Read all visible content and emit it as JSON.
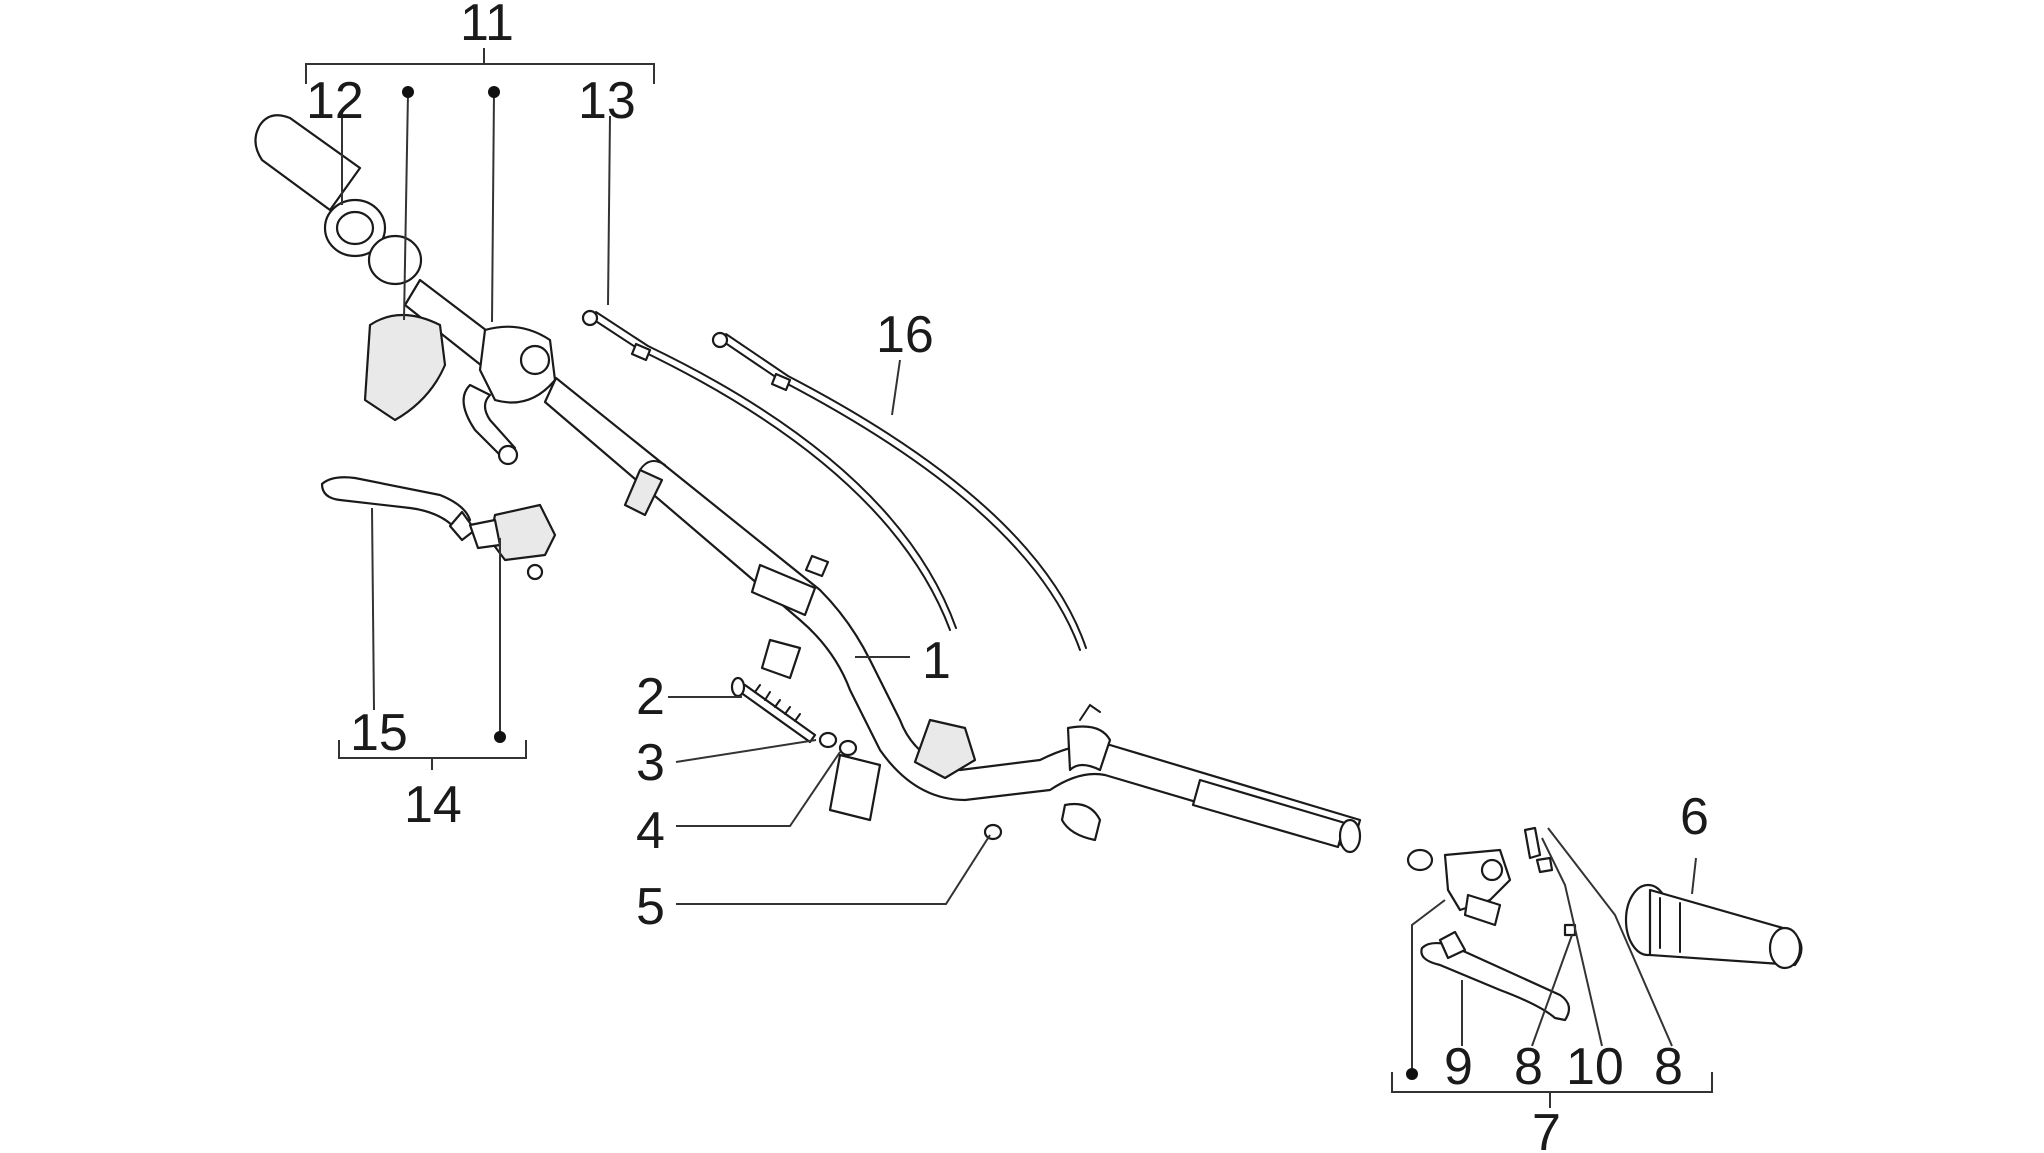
{
  "diagram": {
    "callouts": [
      "1",
      "2",
      "3",
      "4",
      "5",
      "6",
      "7",
      "8",
      "8",
      "9",
      "10",
      "11",
      "12",
      "13",
      "14",
      "15",
      "16"
    ]
  },
  "labels": {
    "c1": "1",
    "c2": "2",
    "c3": "3",
    "c4": "4",
    "c5": "5",
    "c6": "6",
    "c7": "7",
    "c8a": "8",
    "c8b": "8",
    "c9": "9",
    "c10": "10",
    "c11": "11",
    "c12": "12",
    "c13": "13",
    "c14": "14",
    "c15": "15",
    "c16": "16"
  }
}
